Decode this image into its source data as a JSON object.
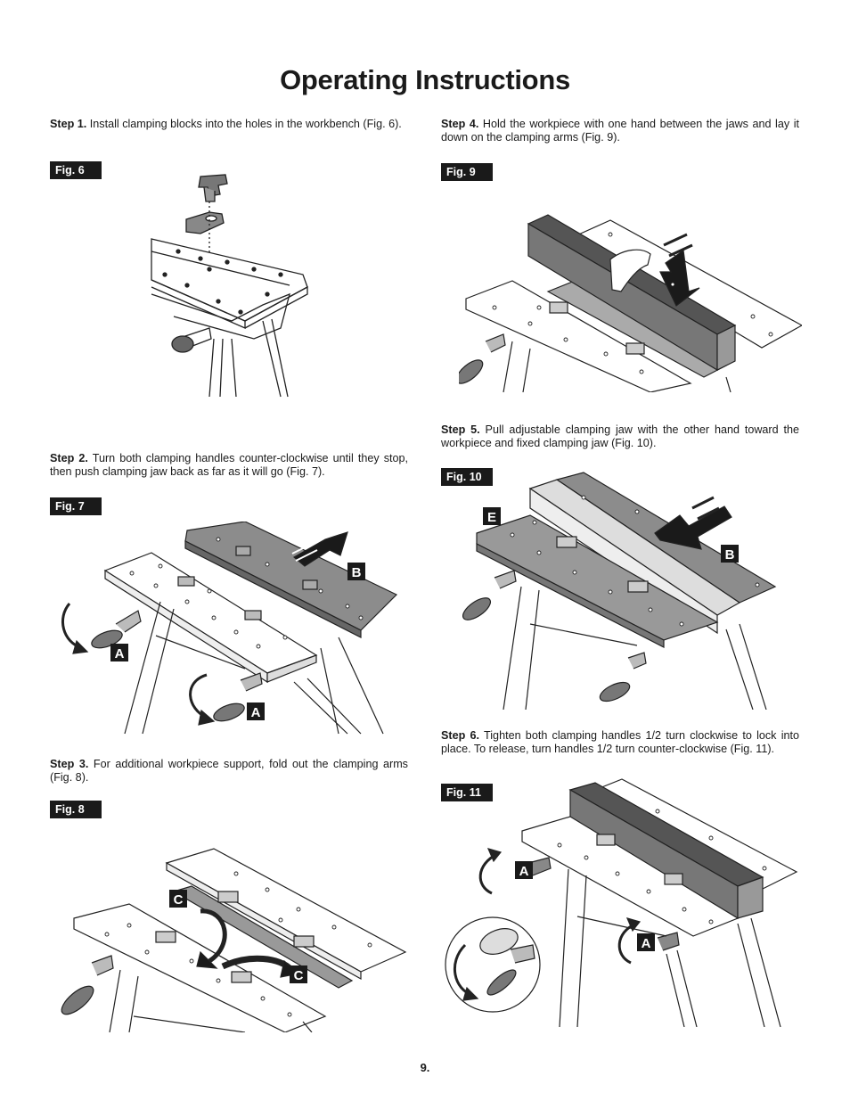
{
  "page": {
    "title": "Operating Instructions",
    "page_number": "9."
  },
  "steps": [
    {
      "label": "Step 1.",
      "text": " Install clamping blocks into the holes in the workbench (Fig. 6)."
    },
    {
      "label": "Step 2.",
      "text": "  Turn both clamping handles counter-clockwise until they stop, then push clamping jaw back as far as it will go (Fig. 7)."
    },
    {
      "label": "Step 3.",
      "text": "  For additional workpiece support, fold out the clamping arms (Fig. 8)."
    },
    {
      "label": "Step 4.",
      "text": " Hold the workpiece with one hand between the jaws and lay it down on the clamping arms (Fig. 9)."
    },
    {
      "label": "Step 5.",
      "text": " Pull adjustable clamping jaw with the other hand toward the workpiece and fixed clamping jaw (Fig. 10)."
    },
    {
      "label": "Step 6.",
      "text": " Tighten both clamping handles 1/2 turn clockwise to lock into place. To release, turn handles 1/2 turn counter-clockwise (Fig. 11)."
    }
  ],
  "figures": [
    {
      "label": "Fig. 6"
    },
    {
      "label": "Fig. 7",
      "callouts": [
        "B",
        "A",
        "A"
      ]
    },
    {
      "label": "Fig. 8",
      "callouts": [
        "C",
        "C"
      ]
    },
    {
      "label": "Fig. 9"
    },
    {
      "label": "Fig. 10",
      "callouts": [
        "E",
        "B"
      ]
    },
    {
      "label": "Fig. 11",
      "callouts": [
        "A",
        "A"
      ]
    }
  ]
}
